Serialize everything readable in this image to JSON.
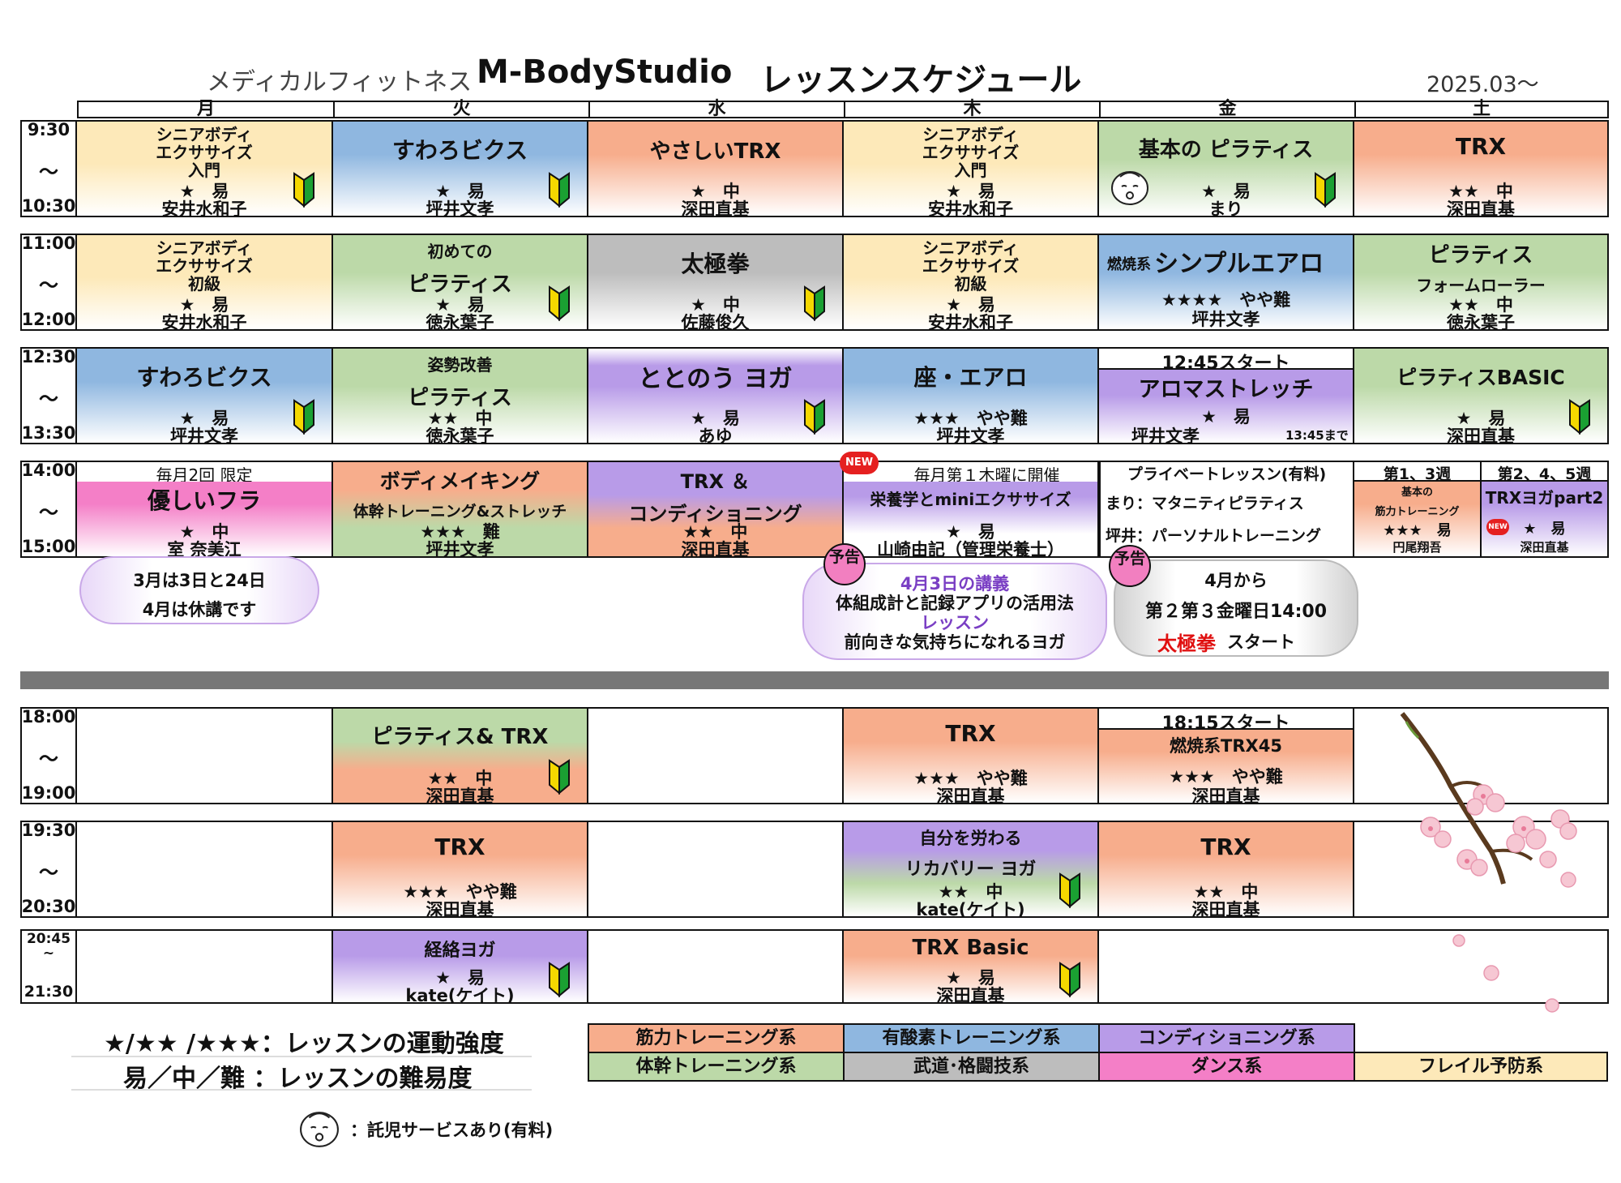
{
  "header": {
    "subtitle": "メディカルフィットネス",
    "studio": "M-BodyStudio",
    "title": "レッスンスケジュール",
    "date": "2025.03〜"
  },
  "days": [
    "月",
    "火",
    "水",
    "木",
    "金",
    "土"
  ],
  "times": {
    "b1": [
      "9:30",
      "〜",
      "10:30"
    ],
    "b2": [
      "11:00",
      "〜",
      "12:00"
    ],
    "b3": [
      "12:30",
      "〜",
      "13:30"
    ],
    "b4": [
      "14:00",
      "〜",
      "15:00"
    ],
    "b5": [
      "18:00",
      "〜",
      "19:00"
    ],
    "b6": [
      "19:30",
      "〜",
      "20:30"
    ],
    "b7": [
      "20:45",
      "~",
      "21:30"
    ]
  },
  "b1": {
    "mon": [
      "シニアボディ",
      "エクササイズ",
      "入門",
      "★　易",
      "安井水和子"
    ],
    "tue": [
      "すわろビクス",
      "★　易",
      "坪井文孝"
    ],
    "wed": [
      "やさしいTRX",
      "★　中",
      "深田直基"
    ],
    "thu": [
      "シニアボディ",
      "エクササイズ",
      "入門",
      "★　易",
      "安井水和子"
    ],
    "fri": [
      "基本の ピラティス",
      "★　易",
      "まり"
    ],
    "sat": [
      "TRX",
      "★★　中",
      "深田直基"
    ]
  },
  "b2": {
    "mon": [
      "シニアボディ",
      "エクササイズ",
      "初級",
      "★　易",
      "安井水和子"
    ],
    "tue": [
      "初めての",
      "ピラティス",
      "★　易",
      "徳永葉子"
    ],
    "wed": [
      "太極拳",
      "★　中",
      "佐藤俊久"
    ],
    "thu": [
      "シニアボディ",
      "エクササイズ",
      "初級",
      "★　易",
      "安井水和子"
    ],
    "fri": [
      "燃焼系",
      "シンプルエアロ",
      "★★★★　やや難",
      "坪井文孝"
    ],
    "sat": [
      "ピラティス",
      "フォームローラー",
      "★★　中",
      "徳永葉子"
    ]
  },
  "b3": {
    "mon": [
      "すわろビクス",
      "★　易",
      "坪井文孝"
    ],
    "tue": [
      "姿勢改善",
      "ピラティス",
      "★★　中",
      "徳永葉子"
    ],
    "wed": [
      "ととのう ヨガ",
      "★　易",
      "あゆ"
    ],
    "thu": [
      "座・エアロ",
      "★★★　やや難",
      "坪井文孝"
    ],
    "fri": [
      "12:45スタート",
      "アロマストレッチ",
      "★　易",
      "坪井文孝",
      "13:45まで"
    ],
    "sat": [
      "ピラティスBASIC",
      "★　易",
      "深田直基"
    ]
  },
  "b4": {
    "mon": [
      "毎月2回 限定",
      "優しいフラ",
      "★　中",
      "室 奈美江"
    ],
    "tue": [
      "ボディメイキング",
      "体幹トレーニング&ストレッチ",
      "★★★　難",
      "坪井文孝"
    ],
    "wed": [
      "TRX ＆",
      "コンディショニング",
      "★★　中",
      "深田直基"
    ],
    "thu": [
      "毎月第１木曜に開催",
      "栄養学とminiエクササイズ",
      "★　易",
      "山崎由記（管理栄養士）"
    ],
    "fri": [
      "プライベートレッスン(有料)",
      "まり：マタニティピラティス",
      "坪井：パーソナルトレーニング"
    ],
    "sat1": [
      "第1、3週",
      "基本の",
      "筋力トレーニング",
      "★★★　易",
      "円尾翔吾"
    ],
    "sat2": [
      "第2、4、5週",
      "TRXヨガpart2",
      "★　易",
      "深田直基"
    ]
  },
  "b5": {
    "tue": [
      "ピラティス& TRX",
      "★★　中",
      "深田直基"
    ],
    "thu": [
      "TRX",
      "★★★　やや難",
      "深田直基"
    ],
    "fri": [
      "18:15スタート",
      "燃焼系TRX45",
      "★★★　やや難",
      "深田直基"
    ]
  },
  "b6": {
    "tue": [
      "TRX",
      "★★★　やや難",
      "深田直基"
    ],
    "thu": [
      "自分を労わる",
      "リカバリー ヨガ",
      "★★　中",
      "kate(ケイト)"
    ],
    "fri": [
      "TRX",
      "★★　中",
      "深田直基"
    ]
  },
  "b7": {
    "tue": [
      "経絡ヨガ",
      "★　易",
      "kate(ケイト)"
    ],
    "thu": [
      "TRX Basic",
      "★　易",
      "深田直基"
    ]
  },
  "notes": {
    "hula": [
      "3月は3日と24日",
      "4月は休講です"
    ],
    "yokoku": "予告",
    "nutrition": [
      "4月3日の講義",
      "体組成計と記録アプリの活用法",
      "レッスン",
      "前向きな気持ちになれるヨガ"
    ],
    "taikyoku": [
      "4月から",
      "第２第３金曜日14:00",
      "太極拳",
      "スタート"
    ],
    "new": "NEW"
  },
  "legend": {
    "line1": "★/★★ /★★★：レッスンの運動強度",
    "line2": "易／中／難 ：レッスンの難易度",
    "childcare": "：託児サービスあり(有料)"
  },
  "categories": [
    "筋力トレーニング系",
    "有酸素トレーニング系",
    "コンディショニング系",
    "体幹トレーニング系",
    "武道･格闘技系",
    "ダンス系",
    "フレイル予防系"
  ],
  "colors": {
    "strength": "#f7ad8c",
    "aerobic": "#8fb7e0",
    "condition": "#b89be8",
    "core": "#bcd9a8",
    "martial": "#bdbdbd",
    "dance": "#f47fc7",
    "frail": "#fde9b9"
  }
}
